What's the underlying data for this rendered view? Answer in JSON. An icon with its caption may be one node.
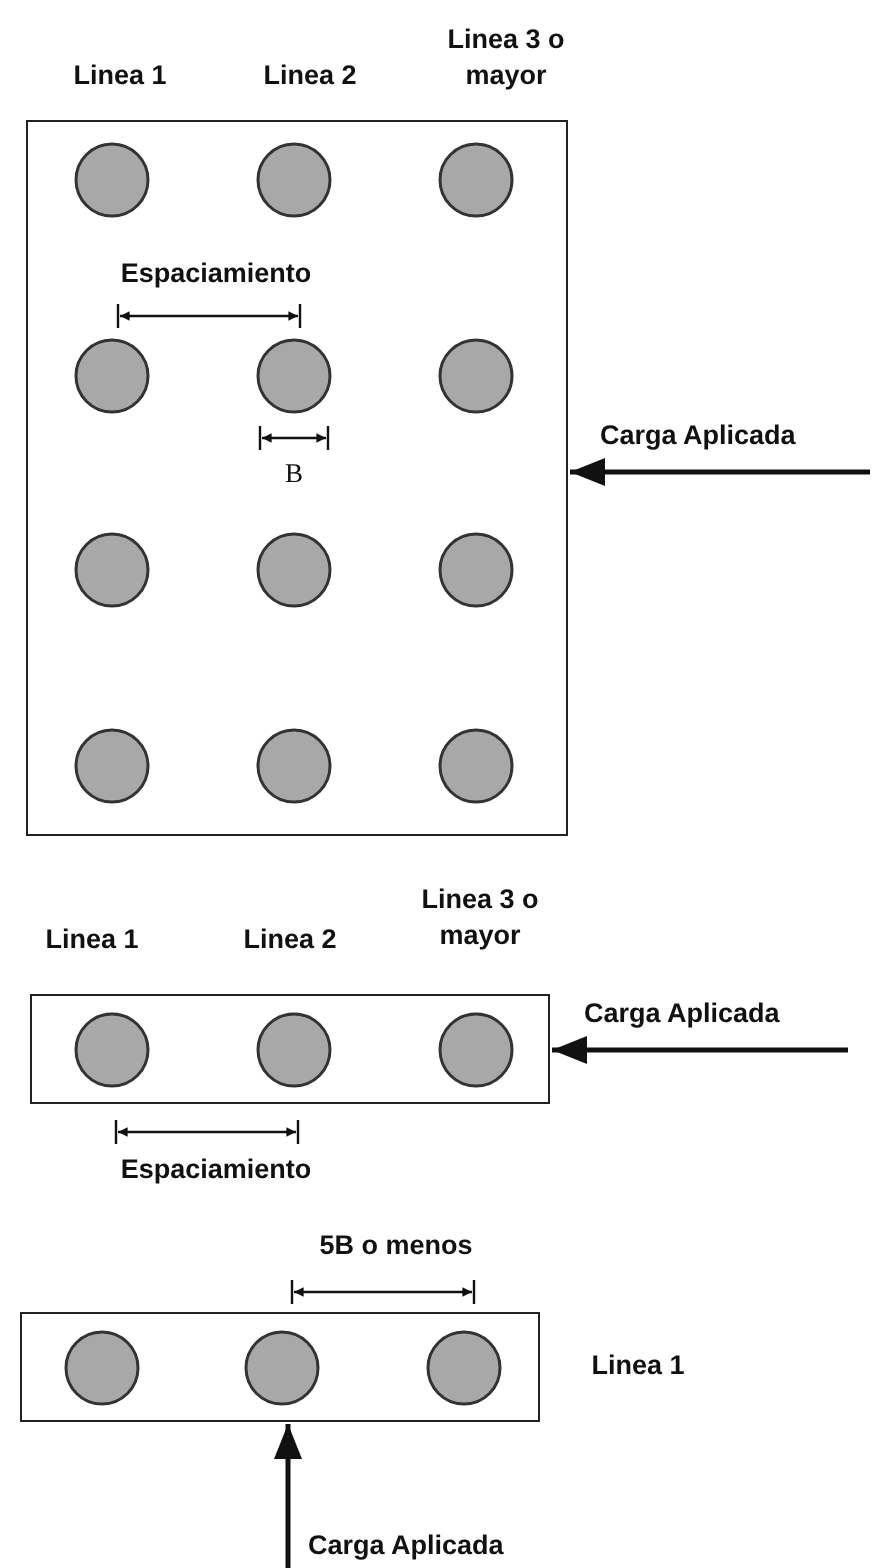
{
  "diagram": {
    "nodes": [
      {
        "text": [],
        "shape": "box"
      },
      {
        "text": [],
        "shape": "box"
      },
      {
        "text": [],
        "shape": "box"
      }
    ],
    "edges": [
      {
        "from": null,
        "to": 0,
        "arrow": "to",
        "label": "Carga Aplicada"
      },
      {
        "from": null,
        "to": 1,
        "arrow": "to",
        "label": "Carga Aplicada"
      },
      {
        "from": null,
        "to": 2,
        "arrow": "to",
        "label": "Carga Aplicada"
      }
    ],
    "labels": [
      "Linea 1",
      "Linea 2",
      "Linea 3 o mayor",
      "Espaciamiento",
      "B",
      "Linea 1",
      "Linea 2",
      "Linea 3 o mayor",
      "Espaciamiento",
      "5B o menos",
      "Linea 1"
    ]
  }
}
